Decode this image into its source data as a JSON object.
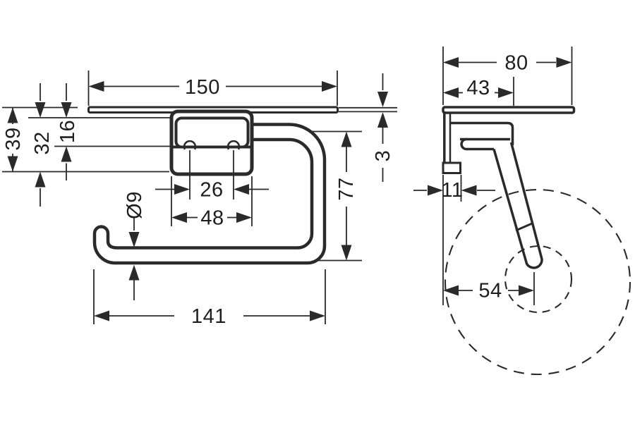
{
  "drawing": {
    "colors": {
      "line": "#2a2a2a",
      "background": "#ffffff",
      "text": "#1e1e1e"
    },
    "dimensions": {
      "shelf_width": "150",
      "total_height": "39",
      "lower_height": "32",
      "clip_height": "16",
      "hole_spacing": "26",
      "plate_width": "48",
      "bar_diameter": "Ø9",
      "bar_length": "141",
      "bar_drop": "77",
      "shelf_thickness": "3",
      "shelf_depth": "80",
      "bracket_depth": "43",
      "wall_plate_depth": "11",
      "roll_center_distance": "54"
    }
  }
}
